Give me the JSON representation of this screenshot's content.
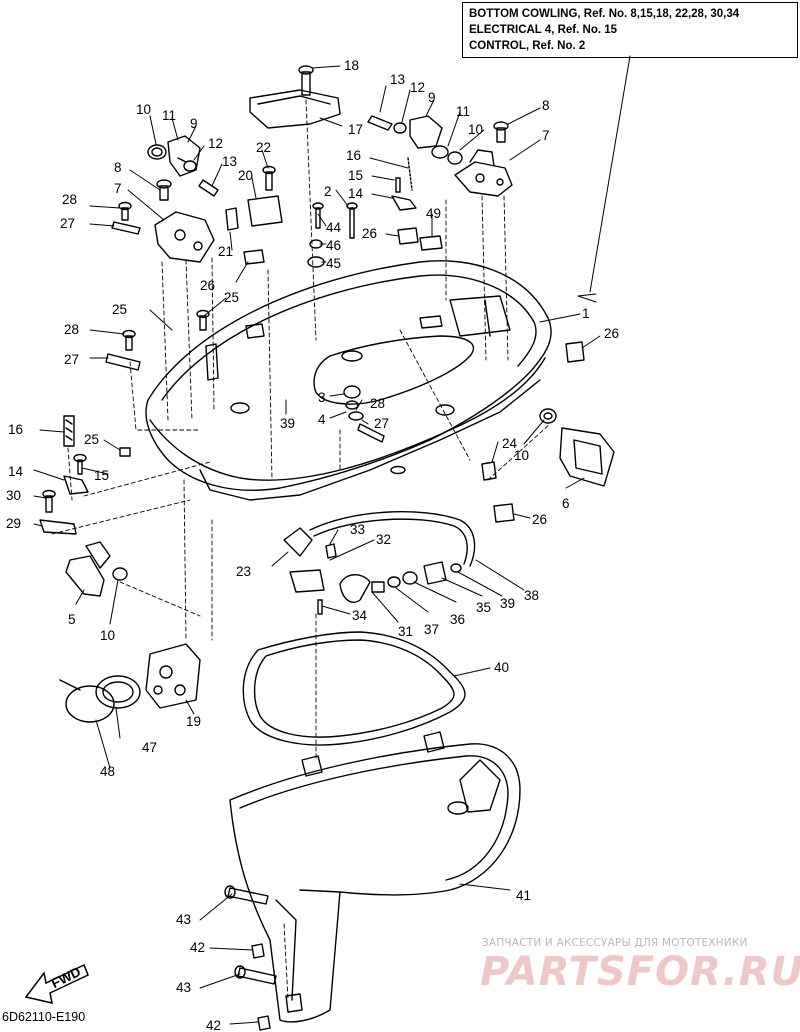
{
  "header_note": {
    "line1": "BOTTOM COWLING, Ref. No. 8,15,18, 22,28, 30,34",
    "line2": "ELECTRICAL 4, Ref. No. 15",
    "line3": "CONTROL,   Ref. No. 2"
  },
  "diagram_code": "6D62110-E190",
  "fwd_label": "FWD",
  "watermark": {
    "subtitle": "ЗАПЧАСТИ И АКСЕССУАРЫ ДЛЯ МОТОТЕХНИКИ",
    "logo": "PARTSFOR.RU"
  },
  "callouts": [
    {
      "id": "c1",
      "text": "1"
    },
    {
      "id": "c2",
      "text": "2"
    },
    {
      "id": "c3",
      "text": "3"
    },
    {
      "id": "c4",
      "text": "4"
    },
    {
      "id": "c5",
      "text": "5"
    },
    {
      "id": "c6",
      "text": "6"
    },
    {
      "id": "c7a",
      "text": "7"
    },
    {
      "id": "c7b",
      "text": "7"
    },
    {
      "id": "c8a",
      "text": "8"
    },
    {
      "id": "c8b",
      "text": "8"
    },
    {
      "id": "c9a",
      "text": "9"
    },
    {
      "id": "c9b",
      "text": "9"
    },
    {
      "id": "c10a",
      "text": "10"
    },
    {
      "id": "c10b",
      "text": "10"
    },
    {
      "id": "c10c",
      "text": "10"
    },
    {
      "id": "c10d",
      "text": "10"
    },
    {
      "id": "c11a",
      "text": "11"
    },
    {
      "id": "c11b",
      "text": "11"
    },
    {
      "id": "c12a",
      "text": "12"
    },
    {
      "id": "c12b",
      "text": "12"
    },
    {
      "id": "c13a",
      "text": "13"
    },
    {
      "id": "c13b",
      "text": "13"
    },
    {
      "id": "c14a",
      "text": "14"
    },
    {
      "id": "c14b",
      "text": "14"
    },
    {
      "id": "c15a",
      "text": "15"
    },
    {
      "id": "c15b",
      "text": "15"
    },
    {
      "id": "c16a",
      "text": "16"
    },
    {
      "id": "c16b",
      "text": "16"
    },
    {
      "id": "c17",
      "text": "17"
    },
    {
      "id": "c18",
      "text": "18"
    },
    {
      "id": "c19",
      "text": "19"
    },
    {
      "id": "c20",
      "text": "20"
    },
    {
      "id": "c21",
      "text": "21"
    },
    {
      "id": "c22",
      "text": "22"
    },
    {
      "id": "c23",
      "text": "23"
    },
    {
      "id": "c24",
      "text": "24"
    },
    {
      "id": "c25a",
      "text": "25"
    },
    {
      "id": "c25b",
      "text": "25"
    },
    {
      "id": "c25c",
      "text": "25"
    },
    {
      "id": "c26a",
      "text": "26"
    },
    {
      "id": "c26b",
      "text": "26"
    },
    {
      "id": "c26c",
      "text": "26"
    },
    {
      "id": "c26d",
      "text": "26"
    },
    {
      "id": "c27a",
      "text": "27"
    },
    {
      "id": "c27b",
      "text": "27"
    },
    {
      "id": "c27c",
      "text": "27"
    },
    {
      "id": "c28a",
      "text": "28"
    },
    {
      "id": "c28b",
      "text": "28"
    },
    {
      "id": "c28c",
      "text": "28"
    },
    {
      "id": "c29",
      "text": "29"
    },
    {
      "id": "c30",
      "text": "30"
    },
    {
      "id": "c31",
      "text": "31"
    },
    {
      "id": "c32",
      "text": "32"
    },
    {
      "id": "c33",
      "text": "33"
    },
    {
      "id": "c34",
      "text": "34"
    },
    {
      "id": "c35",
      "text": "35"
    },
    {
      "id": "c36",
      "text": "36"
    },
    {
      "id": "c37",
      "text": "37"
    },
    {
      "id": "c38",
      "text": "38"
    },
    {
      "id": "c39a",
      "text": "39"
    },
    {
      "id": "c39b",
      "text": "39"
    },
    {
      "id": "c40",
      "text": "40"
    },
    {
      "id": "c41",
      "text": "41"
    },
    {
      "id": "c42a",
      "text": "42"
    },
    {
      "id": "c42b",
      "text": "42"
    },
    {
      "id": "c43a",
      "text": "43"
    },
    {
      "id": "c43b",
      "text": "43"
    },
    {
      "id": "c44",
      "text": "44"
    },
    {
      "id": "c45",
      "text": "45"
    },
    {
      "id": "c46",
      "text": "46"
    },
    {
      "id": "c47",
      "text": "47"
    },
    {
      "id": "c48",
      "text": "48"
    },
    {
      "id": "c49",
      "text": "49"
    }
  ]
}
